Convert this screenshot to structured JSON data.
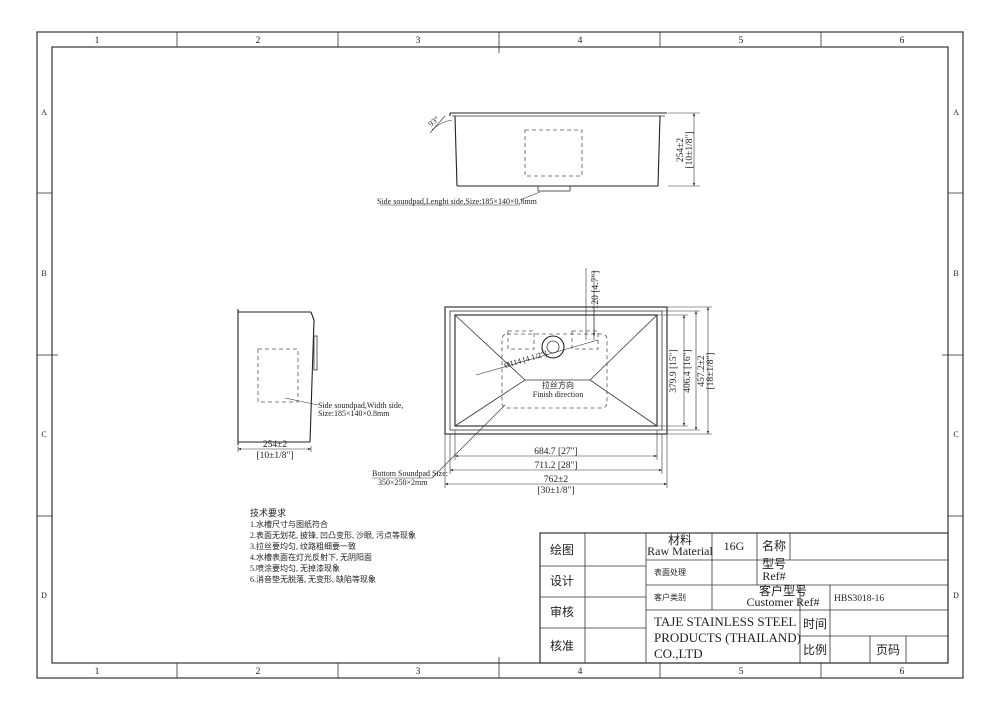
{
  "grid": {
    "columns": [
      "1",
      "2",
      "3",
      "4",
      "5",
      "6"
    ],
    "rows": [
      "A",
      "B",
      "C",
      "D"
    ]
  },
  "top_view": {
    "angle_label": "93°",
    "height_dim": "254±2",
    "height_dim_inch": "[10±1/8\"]",
    "soundpad_note": "Side soundpad,Lenght side,Size:185×140×0.8mm"
  },
  "side_view": {
    "soundpad_note_line1": "Side soundpad,Width side,",
    "soundpad_note_line2": "Size:185×140×0.8mm",
    "width_dim": "254±2",
    "width_dim_inch": "[10±1/8\"]"
  },
  "plan_view": {
    "drain_offset_dim": "120 [4.7\"]",
    "drain_diameter_dim": "Ø114 [4 1/2\"]",
    "finish_cn": "拉丝方向",
    "finish_en": "Finish direction",
    "inner_length_dim": "684.7 [27\"]",
    "mid_length_dim": "711.2 [28\"]",
    "outer_length_dim": "762±2",
    "outer_length_dim_inch": "[30±1/8\"]",
    "inner_width_dim": "379.9 [15\"]",
    "mid_width_dim": "406.4 [16\"]",
    "outer_width_dim": "457.2±2",
    "outer_width_dim_inch": "[18±1/8\"]",
    "bottom_pad_line1": "Bottom Soundpad Size:",
    "bottom_pad_line2": "350×250×2mm"
  },
  "tech_requirements": {
    "title": "技术要求",
    "items": [
      "1.水槽尺寸与图纸符合",
      "2.表面无划花, 披锋, 凹凸变形, 沙眼, 污点等现象",
      "3.拉丝要均匀, 纹路粗细要一致",
      "4.水槽表面在灯光反射下, 无阴阳面",
      "5.喷涂要均匀, 无掉漆现象",
      "6.消音垫无脱落, 无变形, 缺陷等现象"
    ]
  },
  "title_block": {
    "draw": "绘图",
    "design": "设计",
    "review": "审核",
    "approve": "核准",
    "material_cn": "材料",
    "material_en": "Raw Material",
    "material_value": "16G",
    "name": "名称",
    "surface": "表面处理",
    "model_cn": "型号",
    "model_en": "Ref#",
    "customer": "客户类别",
    "customer_model_cn": "客户型号",
    "customer_model_en": "Customer Ref#",
    "customer_model_value": "HBS3018-16",
    "company_line1": "TAJE STAINLESS STEEL",
    "company_line2": "PRODUCTS (THAILAND)",
    "company_line3": "CO.,LTD",
    "time": "时间",
    "scale": "比例",
    "page": "页码"
  }
}
